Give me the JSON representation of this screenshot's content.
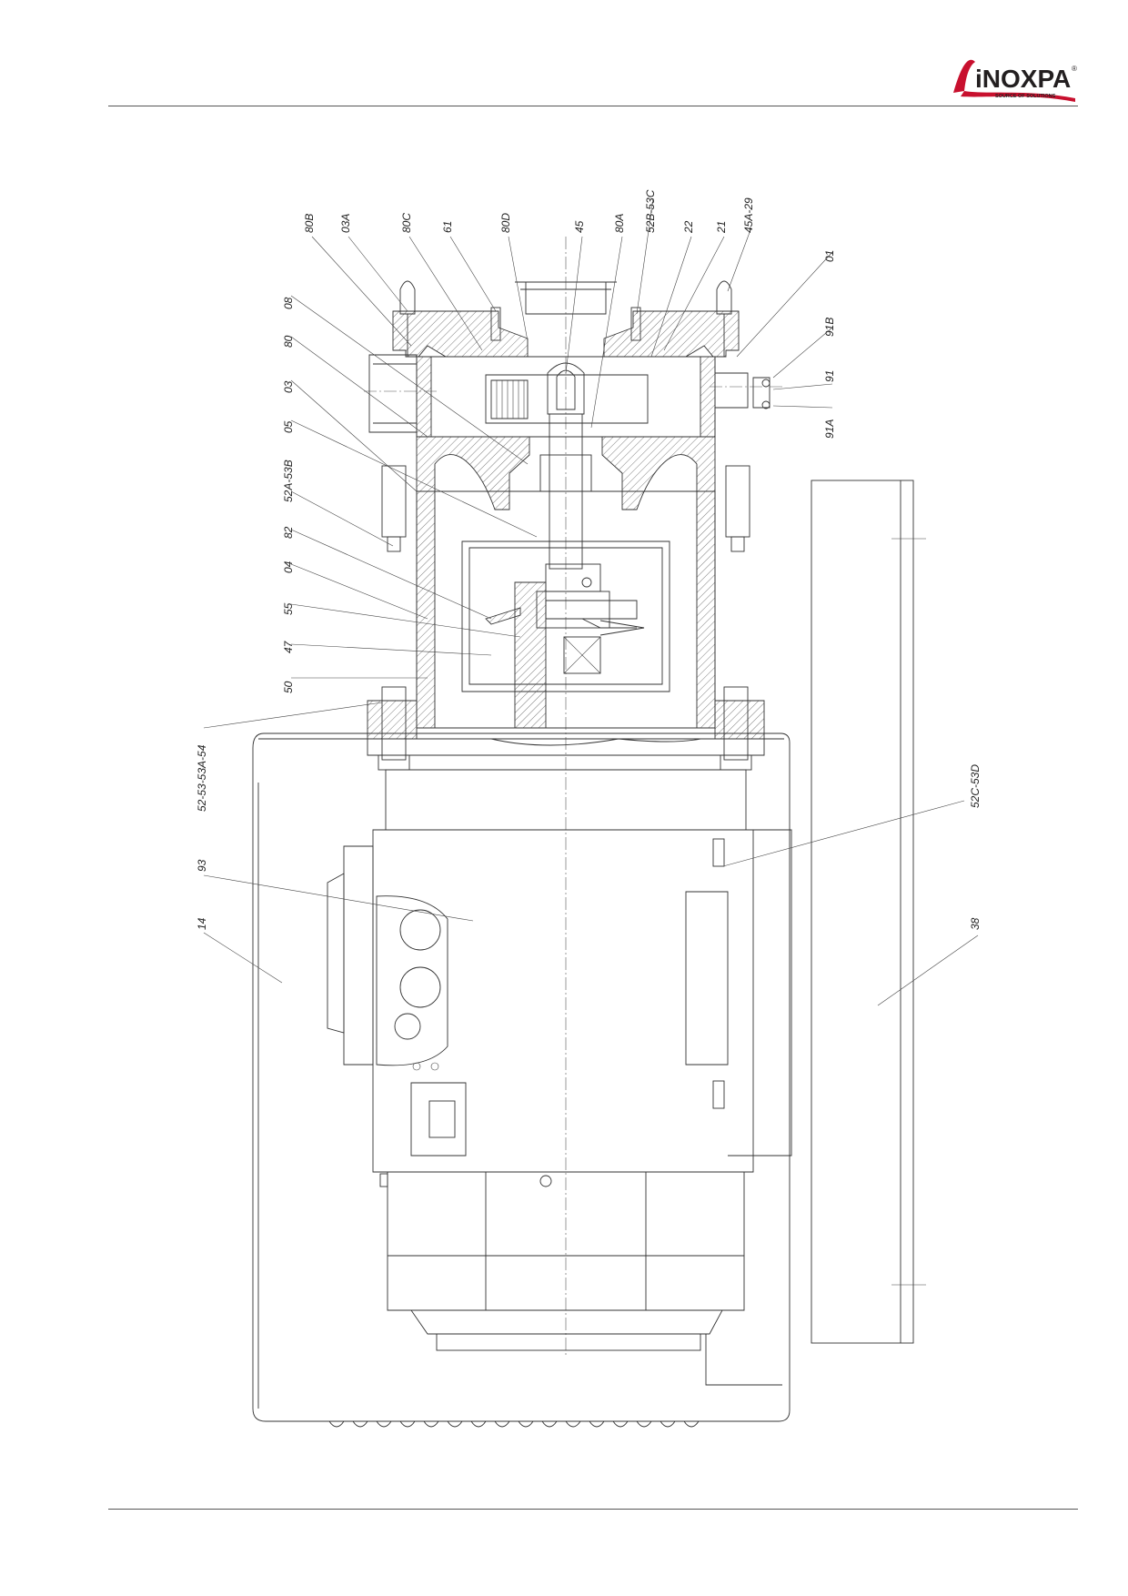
{
  "header": {
    "brand_name": "iNOXPA",
    "brand_tagline": "SOURCE OF SOLUTIONS",
    "brand_registered": "®",
    "colors": {
      "brand_red": "#c8102e",
      "brand_dark": "#231f20"
    }
  },
  "drawing": {
    "callouts": {
      "c80B": "80B",
      "c03A": "03A",
      "c80C": "80C",
      "c61": "61",
      "c80D": "80D",
      "c45": "45",
      "c80A": "80A",
      "c52B53C": "52B-53C",
      "c22": "22",
      "c21": "21",
      "c45A29": "45A-29",
      "c01": "01",
      "c91B": "91B",
      "c91": "91",
      "c91A": "91A",
      "c08": "08",
      "c80": "80",
      "c03": "03",
      "c05": "05",
      "c52A53B": "52A-53B",
      "c82": "82",
      "c04": "04",
      "c55": "55",
      "c47": "47",
      "c50": "50",
      "c52_53_53A_54": "52-53-53A-54",
      "c52C53D": "52C-53D",
      "c93": "93",
      "c14": "14",
      "c38": "38"
    }
  }
}
